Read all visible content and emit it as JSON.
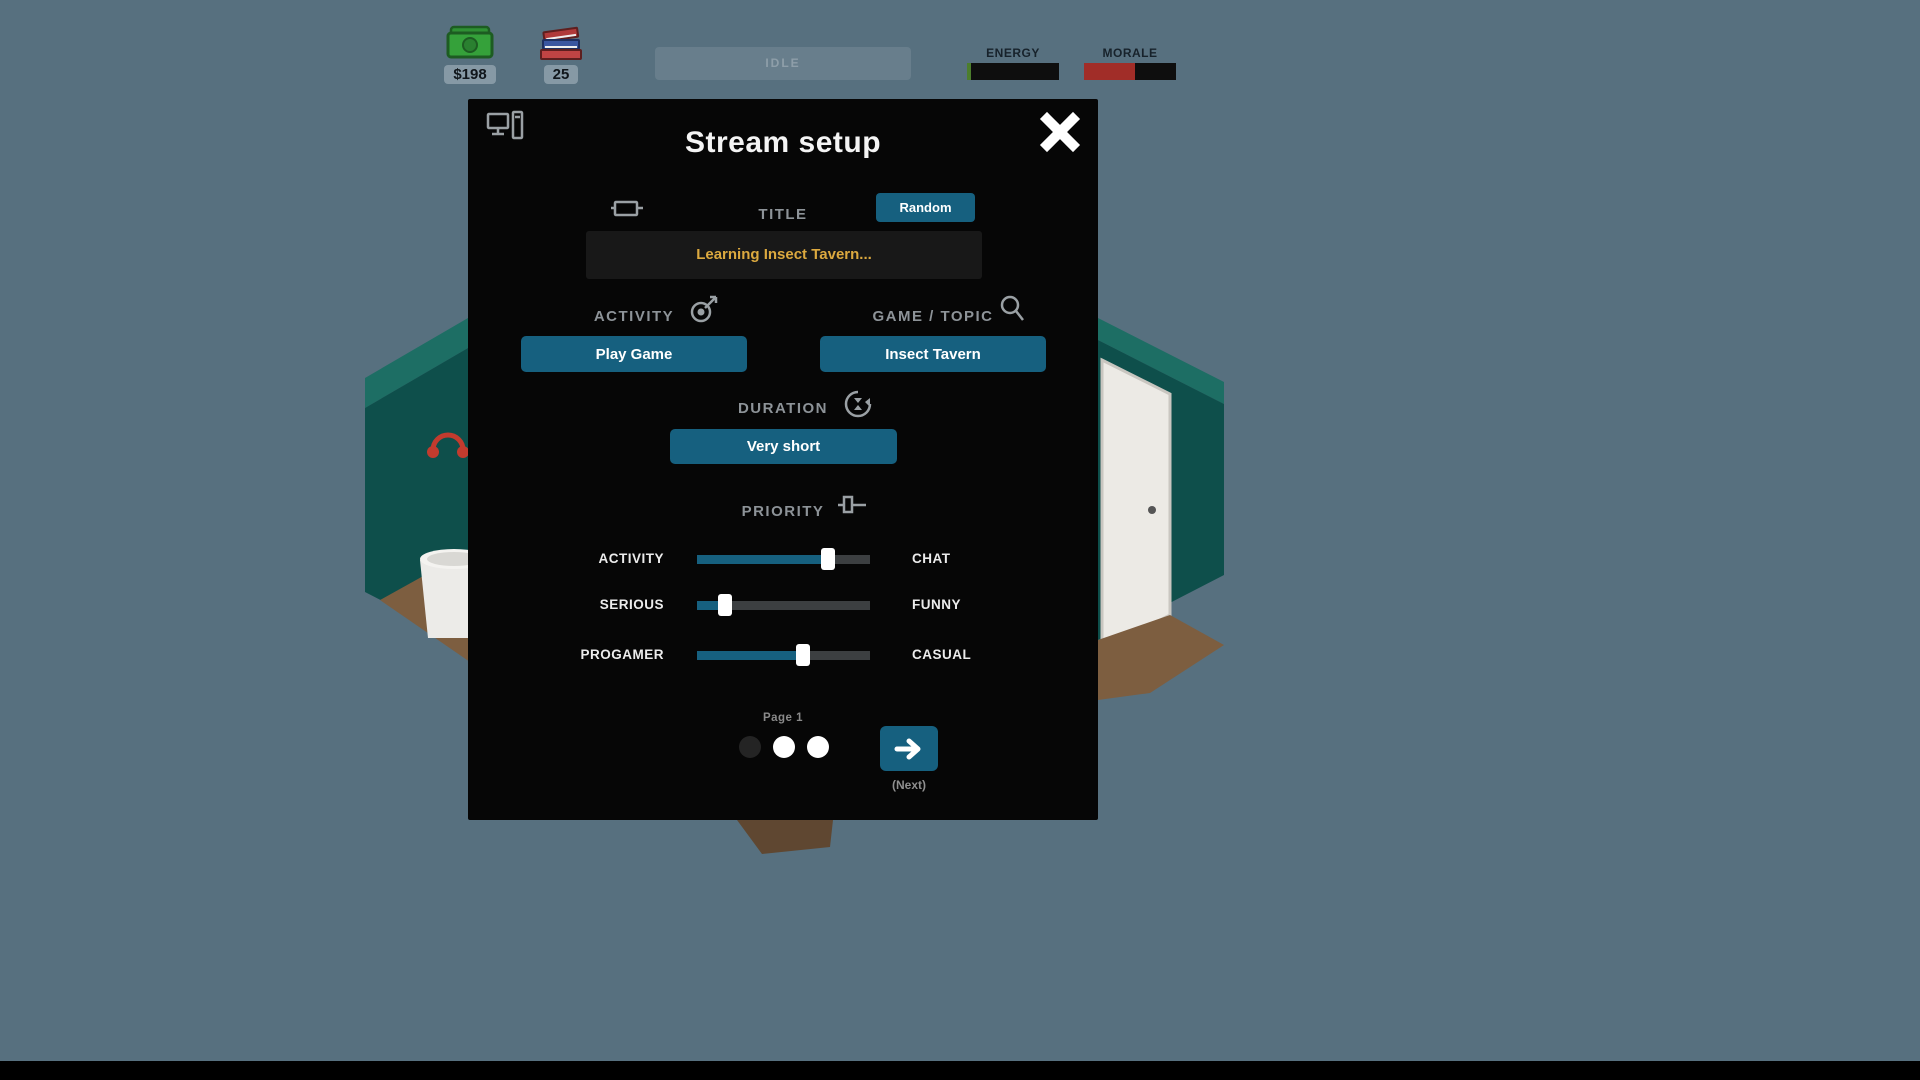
{
  "hud": {
    "money": "$198",
    "books": "25",
    "status": "IDLE",
    "energy_label": "ENERGY",
    "morale_label": "MORALE",
    "energy_pct": 4,
    "morale_pct": 55
  },
  "modal": {
    "header": "Stream setup",
    "title_section": {
      "label": "TITLE",
      "random_button": "Random",
      "value": "Learning Insect Tavern..."
    },
    "activity": {
      "label": "ACTIVITY",
      "button": "Play Game"
    },
    "game_topic": {
      "label": "GAME / TOPIC",
      "button": "Insect Tavern"
    },
    "duration": {
      "label": "DURATION",
      "button": "Very short"
    },
    "priority": {
      "label": "PRIORITY",
      "sliders": [
        {
          "left": "ACTIVITY",
          "right": "CHAT",
          "value": 76
        },
        {
          "left": "SERIOUS",
          "right": "FUNNY",
          "value": 16
        },
        {
          "left": "PROGAMER",
          "right": "CASUAL",
          "value": 61
        }
      ]
    },
    "pagination": {
      "page_label": "Page 1",
      "dot_count": 3,
      "active_dot": 0
    },
    "next_caption": "(Next)"
  },
  "icons": {
    "money": "💵",
    "books": "📚",
    "pc": "🖥",
    "close": "✕",
    "title": "🖵",
    "target": "🎯",
    "search": "🔍",
    "duration": "⏳",
    "priority": "🎚",
    "next": "→"
  },
  "colors": {
    "accent": "#16607f",
    "modal_bg": "#060606",
    "input_text": "#dca93f",
    "morale_red": "#a12d28",
    "scene_bg": "#57707f",
    "wall_teal": "#0e4f4b",
    "floor_brown": "#7d5e40"
  }
}
